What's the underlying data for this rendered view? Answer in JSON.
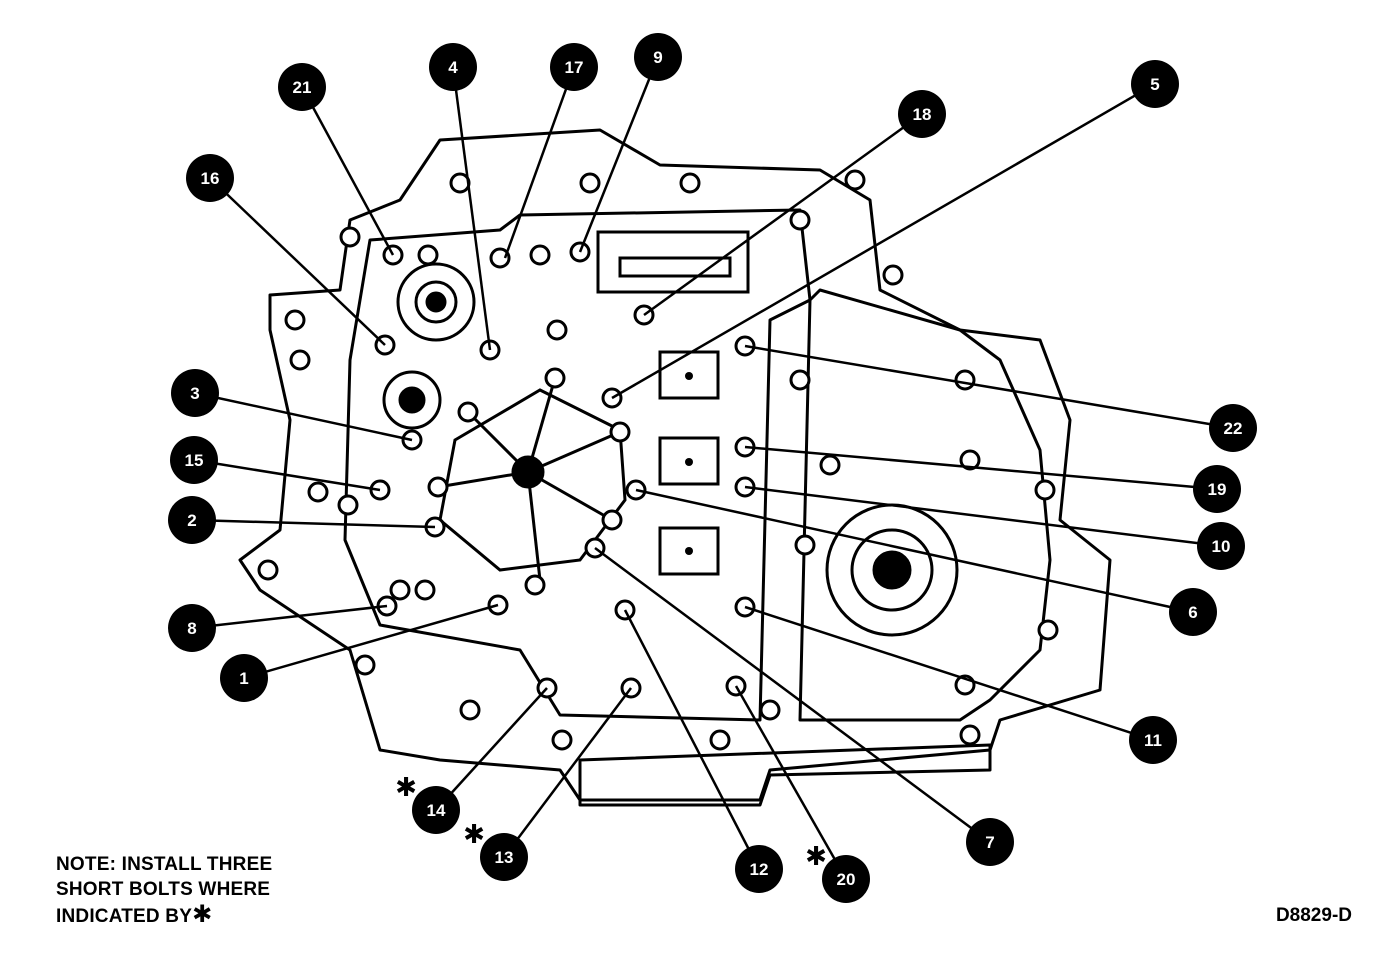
{
  "note": {
    "line1": "NOTE: INSTALL THREE",
    "line2": "SHORT BOLTS WHERE",
    "line3": "INDICATED BY"
  },
  "figure_id": "D8829-D",
  "callouts": [
    {
      "label": "21"
    },
    {
      "label": "4"
    },
    {
      "label": "17"
    },
    {
      "label": "9"
    },
    {
      "label": "5"
    },
    {
      "label": "18"
    },
    {
      "label": "16"
    },
    {
      "label": "3"
    },
    {
      "label": "15"
    },
    {
      "label": "2"
    },
    {
      "label": "8"
    },
    {
      "label": "1"
    },
    {
      "label": "14",
      "starred": true
    },
    {
      "label": "13",
      "starred": true
    },
    {
      "label": "12"
    },
    {
      "label": "20",
      "starred": true
    },
    {
      "label": "7"
    },
    {
      "label": "11"
    },
    {
      "label": "6"
    },
    {
      "label": "10"
    },
    {
      "label": "19"
    },
    {
      "label": "22"
    }
  ]
}
